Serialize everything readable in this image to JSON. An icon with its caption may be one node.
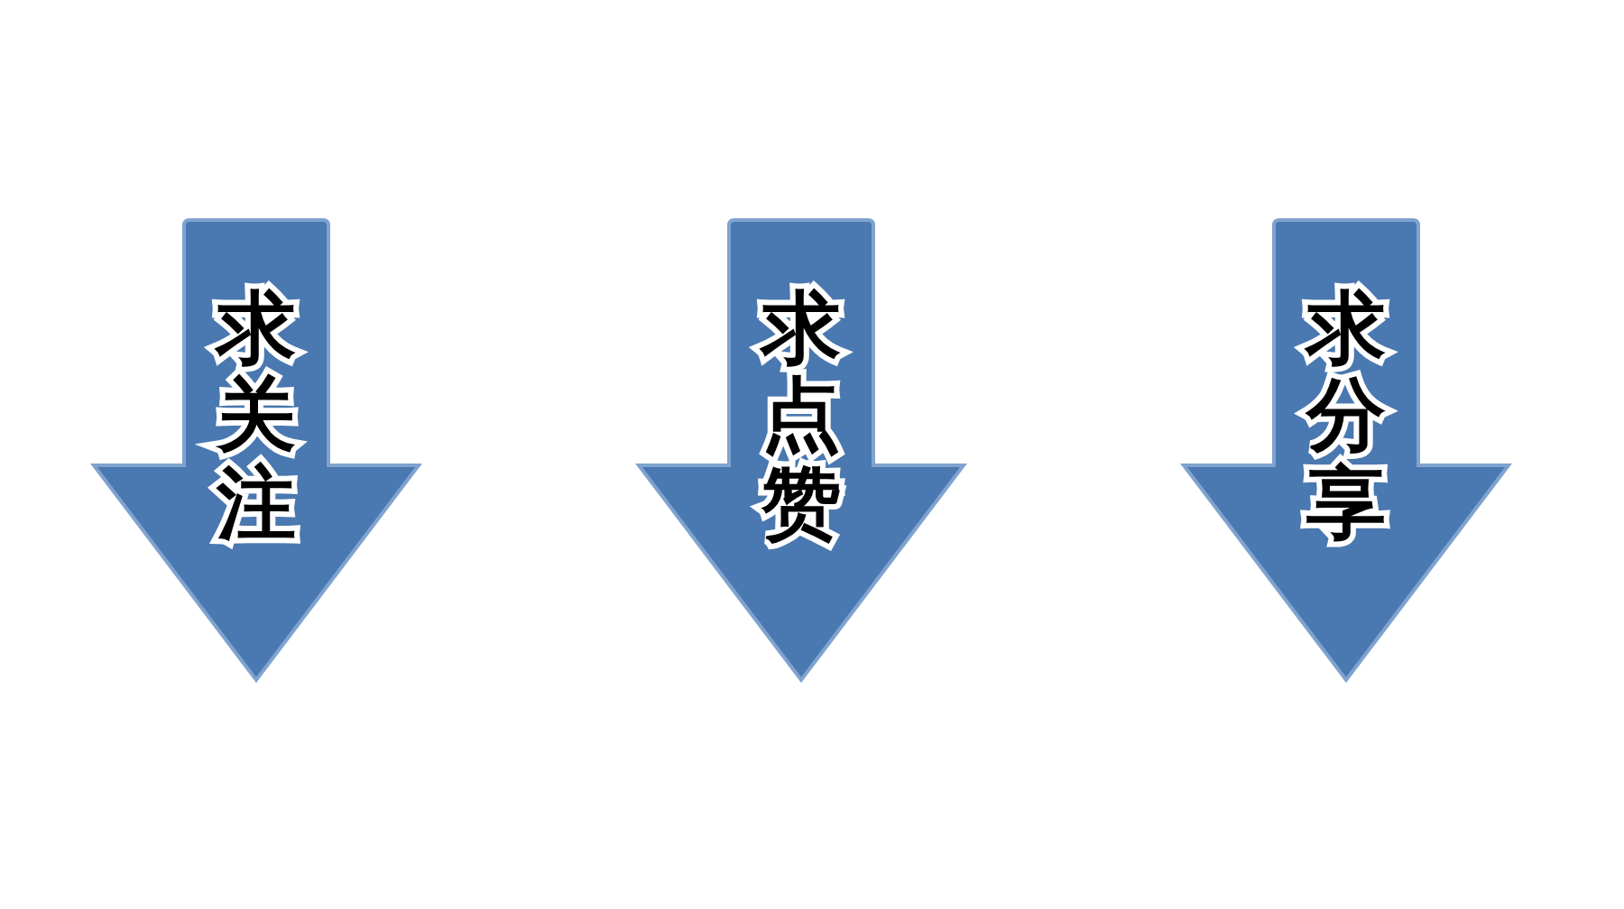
{
  "diagram": {
    "nodes": [
      {
        "text": [
          "求关注"
        ]
      },
      {
        "text": [
          "求点赞"
        ]
      },
      {
        "text": [
          "求分享"
        ]
      }
    ]
  }
}
